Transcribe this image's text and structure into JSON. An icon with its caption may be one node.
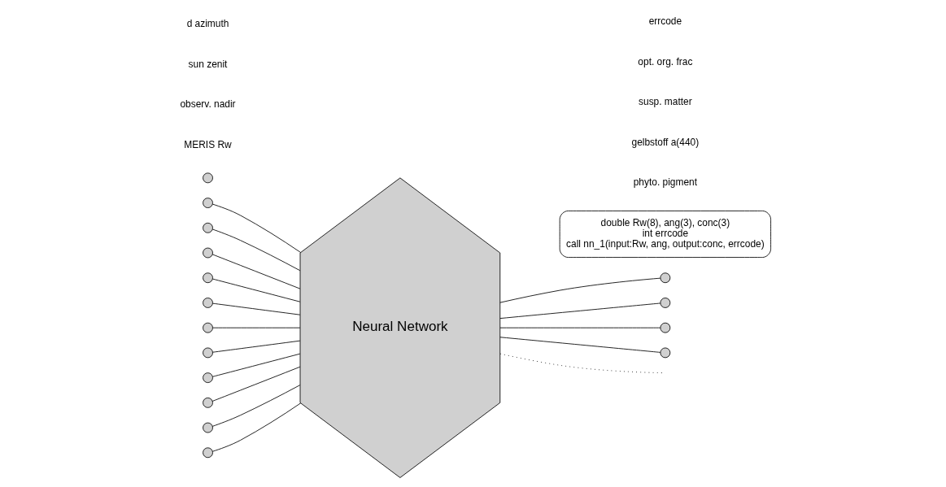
{
  "diagram": {
    "nodes": [
      {
        "text": [
          "Neural Network"
        ]
      },
      {
        "text": [],
        "shape": "circle"
      },
      {
        "text": [],
        "shape": "circle"
      },
      {
        "text": [],
        "shape": "circle"
      },
      {
        "text": [],
        "shape": "circle"
      },
      {
        "text": [],
        "shape": "circle"
      },
      {
        "text": [],
        "shape": "circle"
      },
      {
        "text": [],
        "shape": "circle"
      },
      {
        "text": [],
        "shape": "circle"
      },
      {
        "text": [],
        "shape": "circle"
      },
      {
        "text": [],
        "shape": "circle"
      },
      {
        "text": [],
        "shape": "circle"
      },
      {
        "text": [],
        "shape": "circle"
      },
      {
        "text": [],
        "shape": "circle"
      },
      {
        "text": [],
        "shape": "circle"
      },
      {
        "text": [],
        "shape": "circle"
      },
      {
        "text": [],
        "shape": "circle"
      },
      {
        "text": [
          "double Rw(8), ang(3), conc(3)",
          "int errcode",
          "call nn_1(input:Rw, ang, output:conc, errcode)"
        ]
      }
    ],
    "edges": [
      {
        "from": 1,
        "to": 0,
        "arrow": "none"
      },
      {
        "from": 2,
        "to": 0,
        "arrow": "none"
      },
      {
        "from": 3,
        "to": 0,
        "arrow": "none"
      },
      {
        "from": 4,
        "to": 0,
        "arrow": "none"
      },
      {
        "from": 5,
        "to": 0,
        "arrow": "none"
      },
      {
        "from": 6,
        "to": 0,
        "arrow": "none"
      },
      {
        "from": 7,
        "to": 0,
        "arrow": "none"
      },
      {
        "from": 8,
        "to": 0,
        "arrow": "none"
      },
      {
        "from": 9,
        "to": 0,
        "arrow": "none"
      },
      {
        "from": 10,
        "to": 0,
        "arrow": "none"
      },
      {
        "from": 11,
        "to": 0,
        "arrow": "none"
      },
      {
        "from": 0,
        "to": 12,
        "arrow": "none"
      },
      {
        "from": 0,
        "to": 13,
        "arrow": "none"
      },
      {
        "from": 0,
        "to": 14,
        "arrow": "none"
      },
      {
        "from": 0,
        "to": null,
        "arrow": "none",
        "style": "dashed"
      },
      {
        "from": 0,
        "to": 16,
        "arrow": "none"
      }
    ],
    "labels": [
      "MERIS Rw",
      "observ. nadir",
      "sun zenit",
      "d azimuth",
      "phyto. pigment",
      "gelbstoff a(440)",
      "susp. matter",
      "opt. org. frac",
      "errcode"
    ]
  }
}
